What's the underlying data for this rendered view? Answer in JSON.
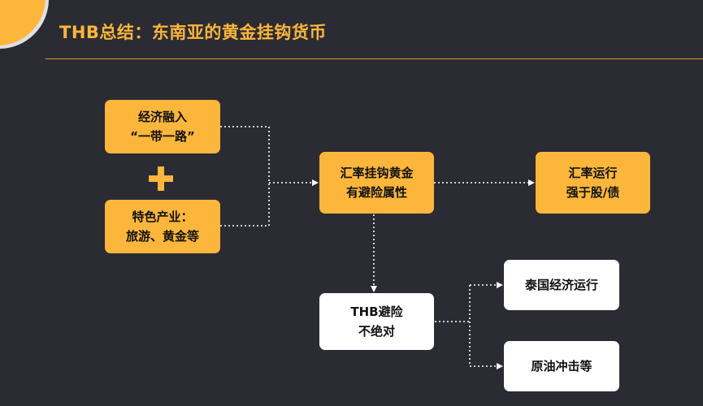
{
  "title": "THB总结：东南亚的黄金挂钩货币",
  "nodes": {
    "belt_road": {
      "line1": "经济融入",
      "line2": "“一带一路”"
    },
    "industry": {
      "line1": "特色产业：",
      "line2": "旅游、黄金等"
    },
    "gold_peg": {
      "line1": "汇率挂钩黄金",
      "line2": "有避险属性"
    },
    "fx_strong": {
      "line1": "汇率运行",
      "line2": "强于股/债"
    },
    "thb_hedge": {
      "line1": "THB避险",
      "line2": "不绝对"
    },
    "thai_econ": {
      "line1": "泰国经济运行"
    },
    "oil_shock": {
      "line1": "原油冲击等"
    }
  },
  "icons": {
    "plus": "plus-icon"
  },
  "colors": {
    "accent": "#fbb63b",
    "background": "#2b2b33",
    "white_box": "#ffffff"
  }
}
